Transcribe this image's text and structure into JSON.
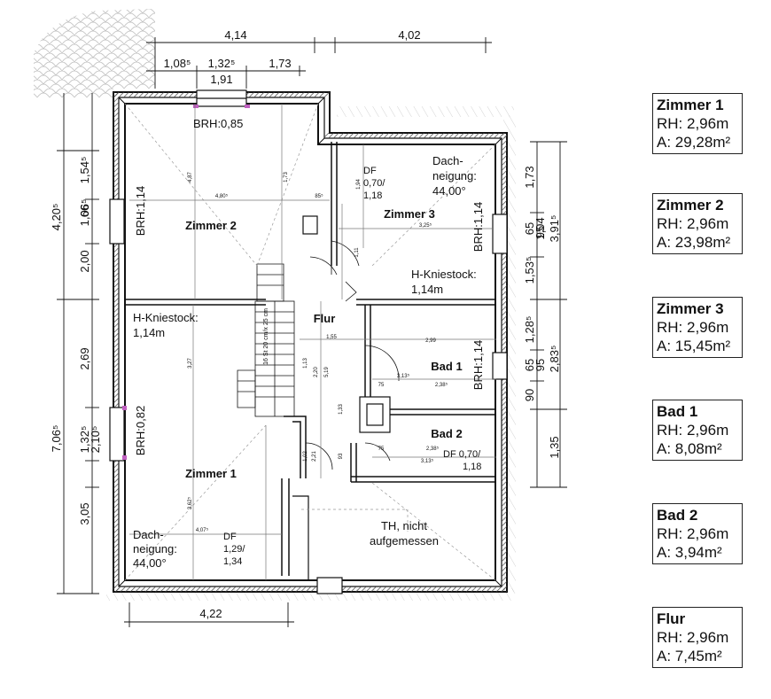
{
  "plan": {
    "rooms": {
      "zimmer1": "Zimmer 1",
      "zimmer2": "Zimmer 2",
      "zimmer3": "Zimmer 3",
      "bad1": "Bad 1",
      "bad2": "Bad 2",
      "flur": "Flur"
    },
    "notes": {
      "brh_top": "BRH:0,85",
      "brh_left_upper": "BRH:1,14",
      "brh_left_lower": "BRH:0,82",
      "brh_right_upper": "BRH:1,14",
      "brh_right_lower": "BRH:1,14",
      "kniestock_left_1": "H-Kniestock:",
      "kniestock_left_2": "1,14m",
      "kniestock_right_1": "H-Kniestock:",
      "kniestock_right_2": "1,14m",
      "dach_right_1": "Dach-",
      "dach_right_2": "neigung:",
      "dach_right_3": "44,00°",
      "dach_left_1": "Dach-",
      "dach_left_2": "neigung:",
      "dach_left_3": "44,00°",
      "df_top_1": "DF",
      "df_top_2": "0,70/",
      "df_top_3": "1,18",
      "df_bad2_1": "DF 0,70/",
      "df_bad2_2": "1,18",
      "df_bottom_1": "DF",
      "df_bottom_2": "1,29/",
      "df_bottom_3": "1,34",
      "th_1": "TH, nicht",
      "th_2": "aufgemessen"
    },
    "dims_top": {
      "total_left": "4,14",
      "total_right": "4,02",
      "seg1": "1,08⁵",
      "seg2": "1,32⁵",
      "seg3": "1,73",
      "win": "1,91"
    },
    "dims_bottom": {
      "total": "4,22"
    },
    "dims_left": {
      "outer_top": "4,20⁵",
      "outer_bottom": "7,06⁵",
      "a": "1,54⁵",
      "b": "66",
      "c": "1,06⁵",
      "d": "2,00",
      "e": "2,69",
      "f": "1,32⁵",
      "g": "2,10⁵",
      "h": "3,05"
    },
    "dims_right": {
      "a": "1,73",
      "b": "65",
      "c": "1,04",
      "d": "95",
      "e": "1,53⁵",
      "f": "1,28⁵",
      "g": "65",
      "h": "95",
      "i": "90",
      "j": "1,35",
      "outer_top": "3,91⁵",
      "outer_bottom": "2,83⁵"
    },
    "dims_inner": {
      "z2_width": "4,80⁵",
      "z2_85": "85⁵",
      "z3_width": "3,25⁵",
      "z1_width": "4,07⁵",
      "bad1_299": "2,99",
      "bad1_313": "3,13⁵",
      "bad1_238": "2,38⁵",
      "bad1_75": "75",
      "bad2_238": "2,38⁵",
      "bad2_313": "3,13⁵",
      "bad2_75": "75",
      "flur_155": "1,55",
      "flur_220": "2,20",
      "flur_519": "5,19",
      "flur_113": "1,13",
      "flur_133": "1,33",
      "z1_327": "3,27",
      "z1_362": "3,62⁵",
      "z1_102": "1,02",
      "z1_221": "2,21",
      "z1_93": "93",
      "z2_487": "4,87",
      "z2_173": "1,73",
      "z3_111": "1,11",
      "z3_194": "1,94",
      "stair": "16 St 20 cm/x 25 cm"
    }
  },
  "rooms": [
    {
      "name": "Zimmer 1",
      "rh": "RH: 2,96m",
      "area": "A: 29,28m²"
    },
    {
      "name": "Zimmer 2",
      "rh": "RH: 2,96m",
      "area": "A: 23,98m²"
    },
    {
      "name": "Zimmer 3",
      "rh": "RH: 2,96m",
      "area": "A: 15,45m²"
    },
    {
      "name": "Bad 1",
      "rh": "RH: 2,96m",
      "area": "A: 8,08m²"
    },
    {
      "name": "Bad 2",
      "rh": "RH: 2,96m",
      "area": "A: 3,94m²"
    },
    {
      "name": "Flur",
      "rh": "RH: 2,96m",
      "area": "A: 7,45m²"
    }
  ]
}
